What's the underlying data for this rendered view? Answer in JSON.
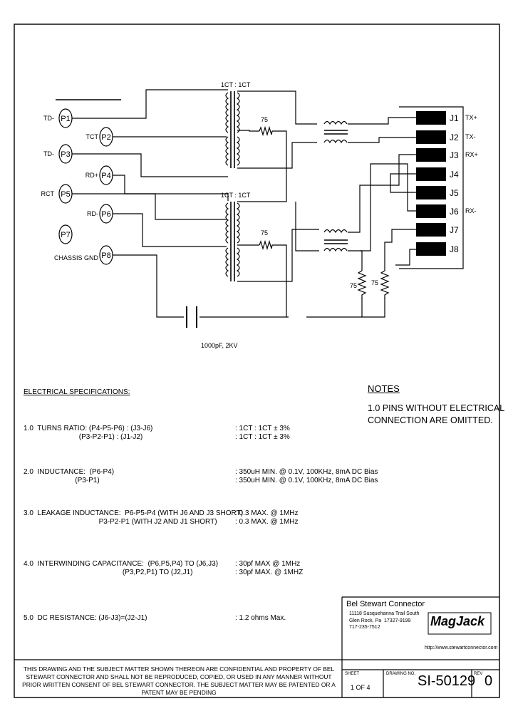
{
  "pins": {
    "p1": "P1",
    "p2": "P2",
    "p3": "P3",
    "p4": "P4",
    "p5": "P5",
    "p6": "P6",
    "p7": "P7",
    "p8": "P8"
  },
  "pin_labels": {
    "td_minus_1": "TD-",
    "tct": "TCT",
    "td_minus_2": "TD-",
    "rd_plus": "RD+",
    "rct": "RCT",
    "rd_minus": "RD-",
    "chassis_gnd": "CHASSIS GND"
  },
  "transformer": {
    "ratio_top": "1CT : 1CT",
    "ratio_bottom": "1CT : 1CT"
  },
  "resistors": {
    "r_top": "75",
    "r_mid": "75",
    "r_low_left": "75",
    "r_low_right": "75"
  },
  "capacitor": "1000pF, 2KV",
  "jacks": [
    "J1",
    "J2",
    "J3",
    "J4",
    "J5",
    "J6",
    "J7",
    "J8"
  ],
  "jack_labels": {
    "j1": "TX+",
    "j2": "TX-",
    "j3": "RX+",
    "j6": "RX-"
  },
  "specs": {
    "heading": "ELECTRICAL SPECIFICATIONS:",
    "s1_left": "1.0  TURNS RATIO: (P4-P5-P6) : (J3-J6)\n                            (P3-P2-P1) : (J1-J2)",
    "s1_right": ": 1CT : 1CT ± 3%\n: 1CT : 1CT ± 3%",
    "s2_left": "2.0  INDUCTANCE:  (P6-P4)\n                          (P3-P1)",
    "s2_right": ": 350uH MIN. @ 0.1V, 100KHz, 8mA DC Bias\n: 350uH MIN. @ 0.1V, 100KHz, 8mA DC Bias",
    "s3_left": "3.0  LEAKAGE INDUCTANCE:  P6-P5-P4 (WITH J6 AND J3 SHORT)\n                                      P3-P2-P1 (WITH J2 AND J1 SHORT)",
    "s3_right": ": 0.3 MAX. @ 1MHz\n: 0.3 MAX. @ 1MHz",
    "s4_left": "4.0  INTERWINDING CAPACITANCE:  (P6,P5,P4) TO (J6,J3)\n                                                  (P3,P2,P1) TO (J2,J1)",
    "s4_right": ": 30pf MAX @ 1MHz\n: 30pf MAX. @ 1MHZ",
    "s5_left": "5.0  DC RESISTANCE: (J6-J3)=(J2-J1)",
    "s5_right": ": 1.2 ohms Max."
  },
  "notes": {
    "title": "NOTES",
    "body": "1.0 PINS WITHOUT ELECTRICAL CONNECTION ARE OMITTED."
  },
  "title_block": {
    "company": "Bel Stewart Connector",
    "address": "11118 Susquehanna Trail South\nGlen Rock, Pa  17327-9199\n717-235-7512",
    "logo": "MagJack",
    "url": "http://www.stewartconnector.com",
    "disclaimer": "THIS DRAWING AND THE SUBJECT MATTER SHOWN THEREON ARE CONFIDENTIAL AND PROPERTY OF BEL STEWART CONNECTOR AND SHALL NOT BE REPRODUCED, COPIED, OR USED IN ANY MANNER WITHOUT PRIOR WRITTEN CONSENT OF BEL STEWART CONNECTOR.  THE SUBJECT MATTER MAY BE PATENTED OR A PATENT MAY BE PENDING",
    "sheet_label": "SHEET",
    "sheet_value": "1 OF 4",
    "drawing_label": "DRAWING NO.",
    "drawing_value": "SI-50129",
    "rev_label": "REV",
    "rev_value": "0"
  }
}
